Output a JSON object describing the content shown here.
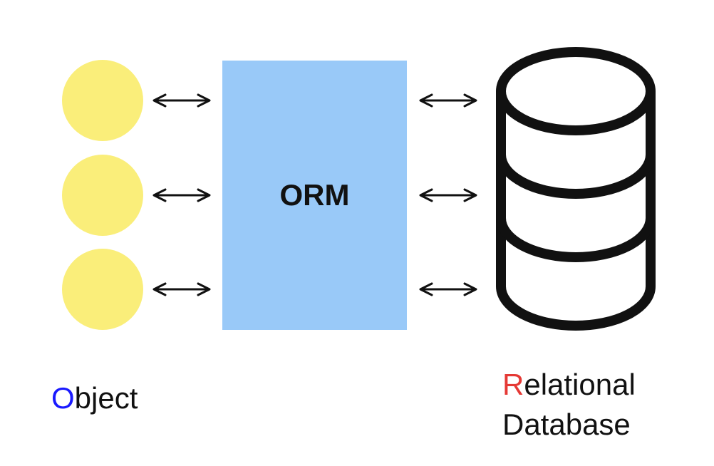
{
  "diagram": {
    "orm_label": "ORM",
    "object_label": {
      "highlight": "O",
      "rest": "bject"
    },
    "database_label": {
      "line1_highlight": "R",
      "line1_rest": "elational",
      "line2": "Database"
    }
  },
  "icons": {
    "objects": "circle-icon",
    "arrows": "double-arrow-icon",
    "database": "database-cylinder-icon"
  },
  "colors": {
    "object_fill": "#faee7a",
    "orm_fill": "#99c9f8",
    "object_highlight": "#1a1aff",
    "relational_highlight": "#e53935",
    "stroke": "#111111"
  }
}
